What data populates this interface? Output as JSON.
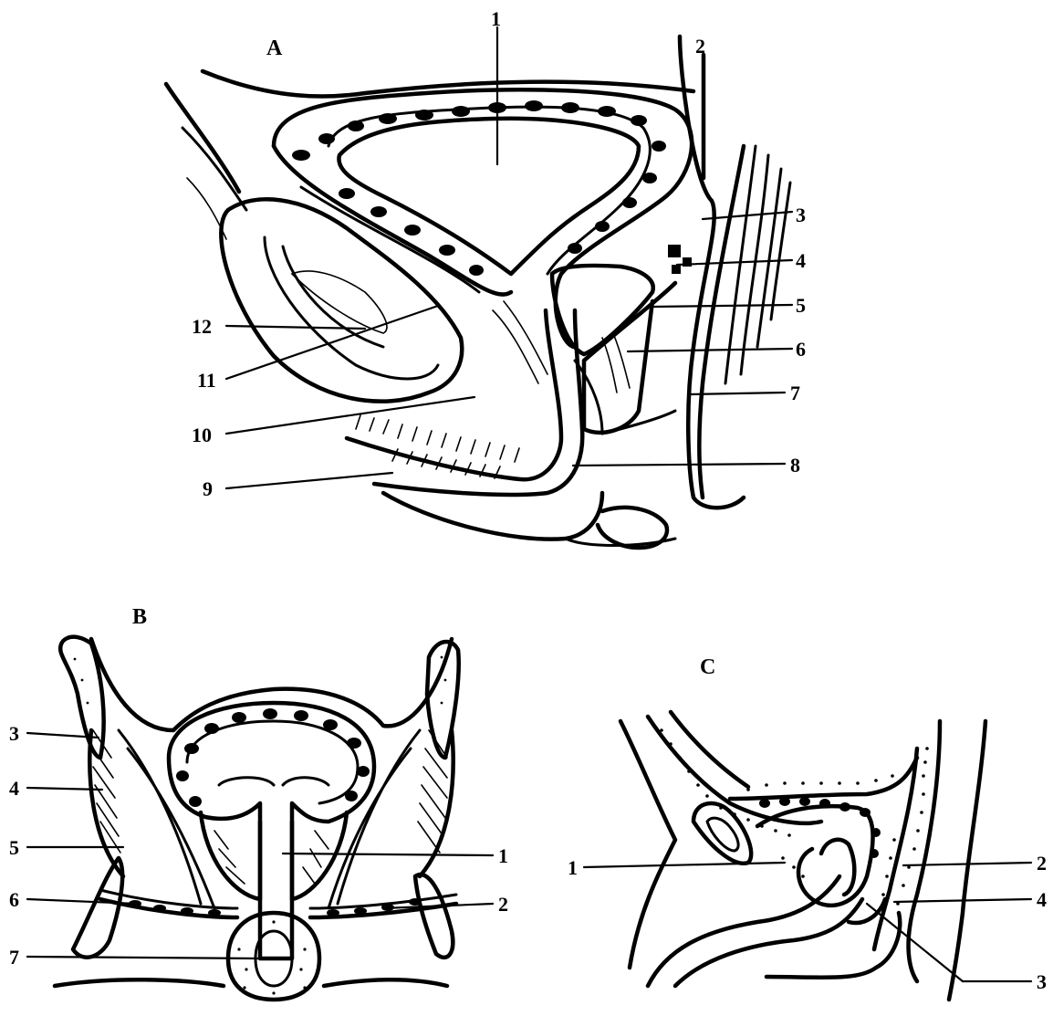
{
  "panels": {
    "A": {
      "title": "A",
      "labels": [
        "1",
        "2",
        "3",
        "4",
        "5",
        "6",
        "7",
        "8",
        "9",
        "10",
        "11",
        "12"
      ]
    },
    "B": {
      "title": "B",
      "labels": [
        "1",
        "2",
        "3",
        "4",
        "5",
        "6",
        "7"
      ]
    },
    "C": {
      "title": "C",
      "labels": [
        "1",
        "2",
        "3",
        "4"
      ]
    }
  },
  "colors": {
    "ink": "#000000",
    "paper": "#ffffff"
  }
}
